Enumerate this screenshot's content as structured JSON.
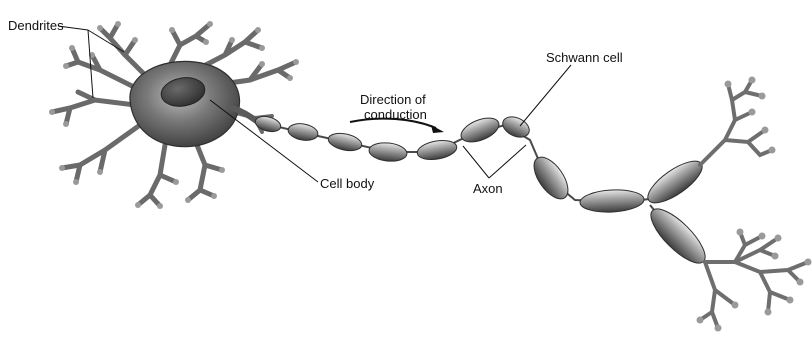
{
  "labels": {
    "dendrites": "Dendrites",
    "schwann_cell": "Schwann cell",
    "direction_line1": "Direction of",
    "direction_line2": "conduction",
    "cell_body": "Cell body",
    "axon": "Axon"
  },
  "colors": {
    "background": "#ffffff",
    "tissue_dark": "#4a4a4a",
    "tissue_mid": "#8a8a8a",
    "tissue_light": "#d9d9d9",
    "leader_line": "#111111"
  }
}
